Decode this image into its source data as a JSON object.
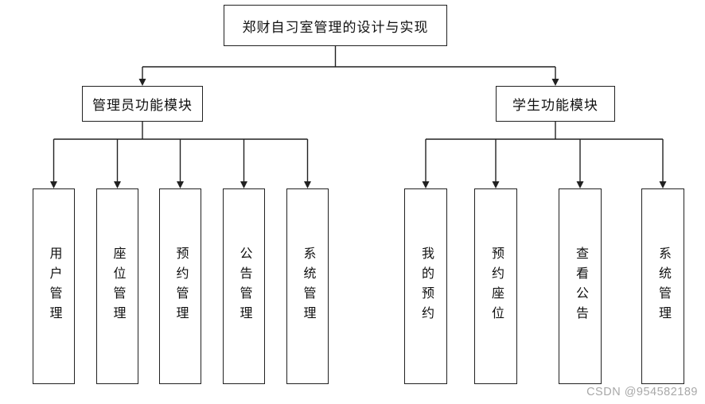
{
  "diagram": {
    "title": "郑财自习室管理的设计与实现",
    "branches": [
      {
        "label": "管理员功能模块",
        "children": [
          "用户管理",
          "座位管理",
          "预约管理",
          "公告管理",
          "系统管理"
        ]
      },
      {
        "label": "学生功能模块",
        "children": [
          "我的预约",
          "预约座位",
          "查看公告",
          "系统管理"
        ]
      }
    ]
  },
  "watermark": "CSDN @954582189",
  "colors": {
    "line": "#212121",
    "box_border": "#212121",
    "box_fill": "#ffffff",
    "background": "#ffffff",
    "watermark_text": "#a8a8a8"
  }
}
